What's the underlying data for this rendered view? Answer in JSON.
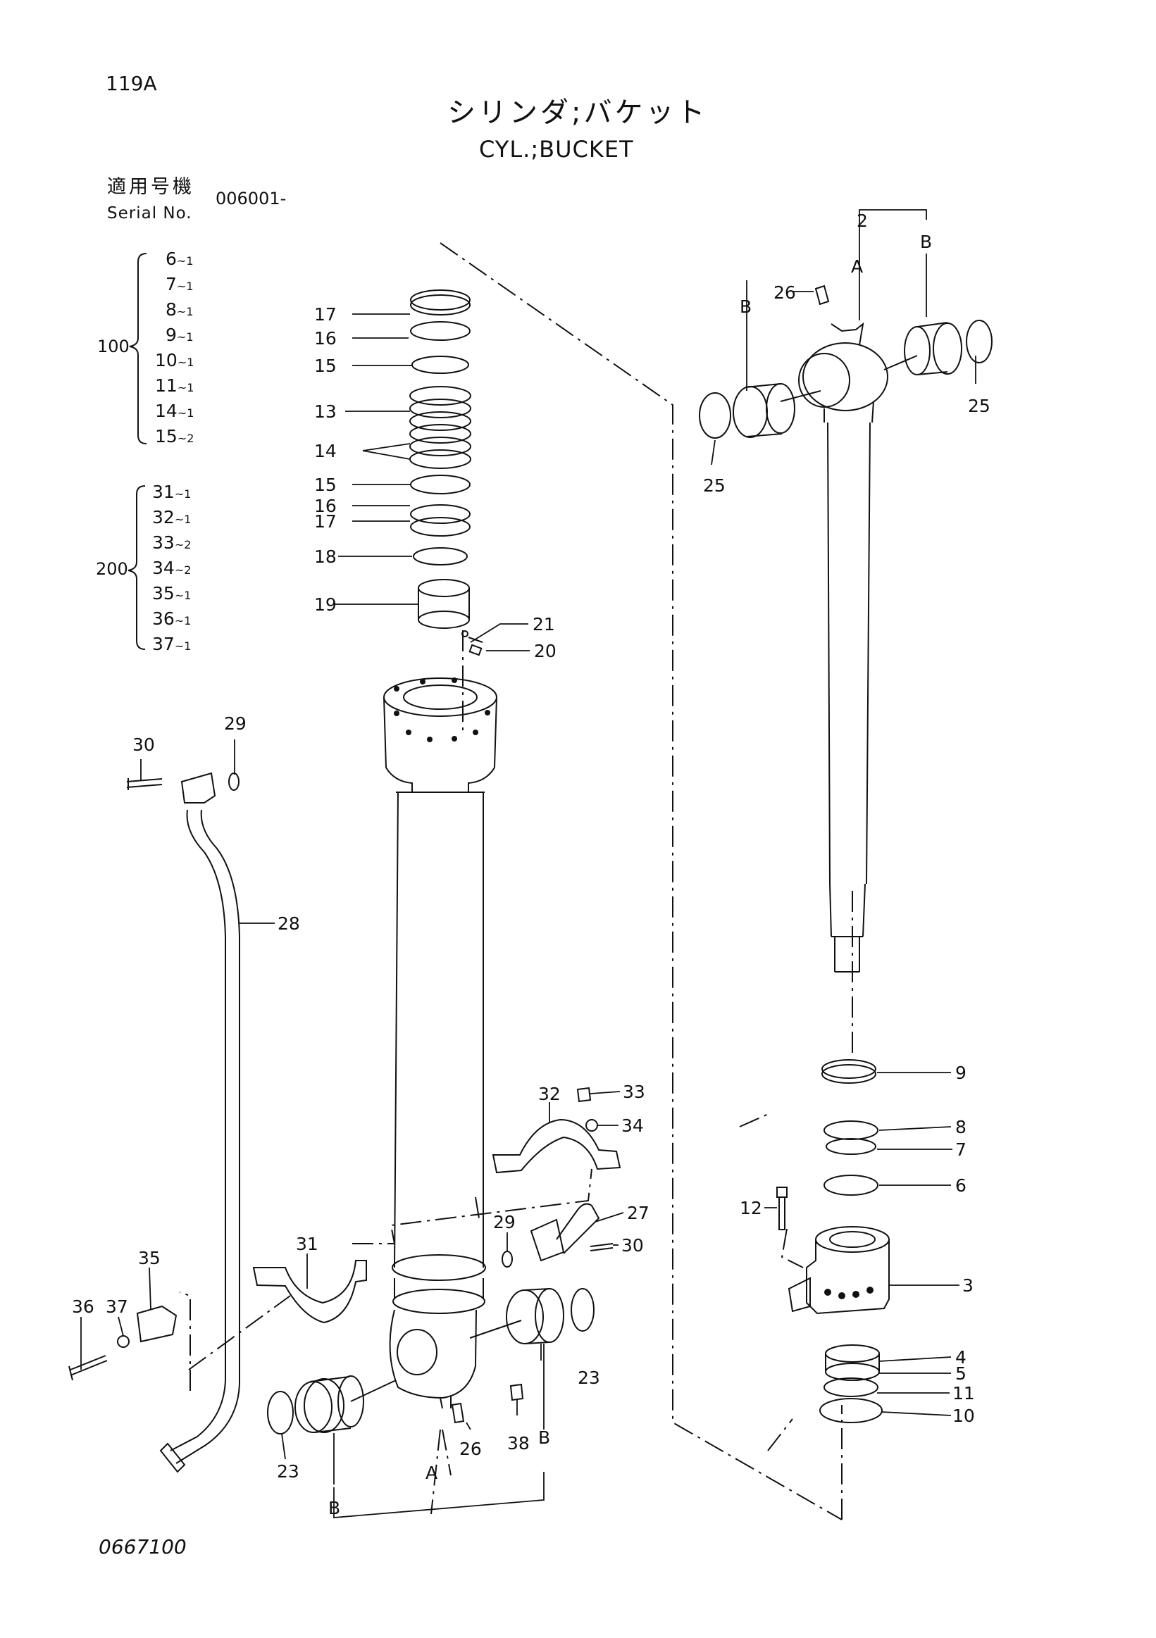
{
  "header": {
    "page_number": "119A",
    "title_jp": "シリンダ;バケット",
    "title_en": "CYL.;BUCKET",
    "serial_label_jp": "適用号機",
    "serial_label_en": "Serial No.",
    "serial_value": "006001-"
  },
  "kits": [
    {
      "number": "100",
      "items": [
        {
          "part": "6",
          "qty": "~1"
        },
        {
          "part": "7",
          "qty": "~1"
        },
        {
          "part": "8",
          "qty": "~1"
        },
        {
          "part": "9",
          "qty": "~1"
        },
        {
          "part": "10",
          "qty": "~1"
        },
        {
          "part": "11",
          "qty": "~1"
        },
        {
          "part": "14",
          "qty": "~1"
        },
        {
          "part": "15",
          "qty": "~2"
        }
      ]
    },
    {
      "number": "200",
      "items": [
        {
          "part": "31",
          "qty": "~1"
        },
        {
          "part": "32",
          "qty": "~1"
        },
        {
          "part": "33",
          "qty": "~2"
        },
        {
          "part": "34",
          "qty": "~2"
        },
        {
          "part": "35",
          "qty": "~1"
        },
        {
          "part": "36",
          "qty": "~1"
        },
        {
          "part": "37",
          "qty": "~1"
        }
      ]
    }
  ],
  "callouts": [
    "17",
    "16",
    "15",
    "13",
    "14",
    "15",
    "16",
    "17",
    "18",
    "19",
    "21",
    "20",
    "29",
    "30",
    "28",
    "2",
    "A",
    "B",
    "B",
    "26",
    "25",
    "25",
    "9",
    "8",
    "7",
    "6",
    "12",
    "3",
    "4",
    "5",
    "11",
    "10",
    "32",
    "33",
    "34",
    "27",
    "29",
    "30",
    "31",
    "35",
    "37",
    "36",
    "23",
    "23",
    "26",
    "38",
    "B",
    "A",
    "B"
  ],
  "footer": {
    "drawing_number": "0667100"
  }
}
